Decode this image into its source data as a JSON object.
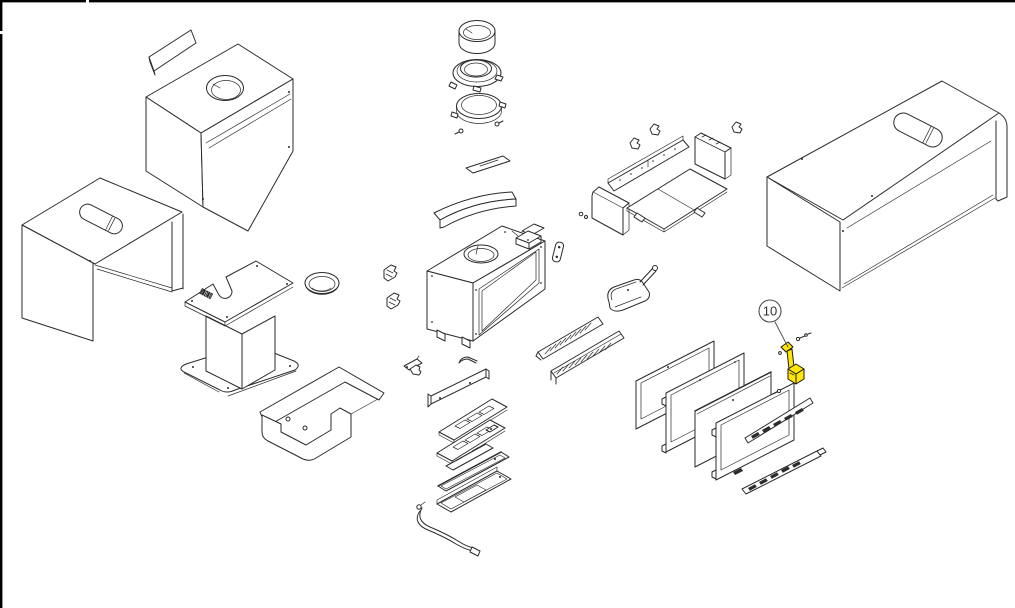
{
  "page": {
    "background": "#ffffff",
    "frame_color": "#000000"
  },
  "diagram": {
    "kind": "exploded-parts-view",
    "ink_color": "#2b2b2b",
    "highlight_color": "#ffe606",
    "callout": {
      "label": "10"
    },
    "highlighted_part": "door-latch-assembly",
    "parts": [
      "top-trim-plate",
      "top-cover",
      "left-bench-shell",
      "pedestal",
      "ash-bowl",
      "flue-cap",
      "flue-collar",
      "flue-clamp-ring",
      "baffle-plate",
      "firebox",
      "air-clips",
      "brick-liner-set",
      "ash-scoop",
      "air-deflector",
      "front-frame",
      "grate-plate-stack",
      "operating-lever",
      "door-glass-frame",
      "door-inner-frame",
      "door-glass",
      "door-frame",
      "door-rails",
      "door-latch-assembly",
      "right-bench-shell"
    ]
  }
}
